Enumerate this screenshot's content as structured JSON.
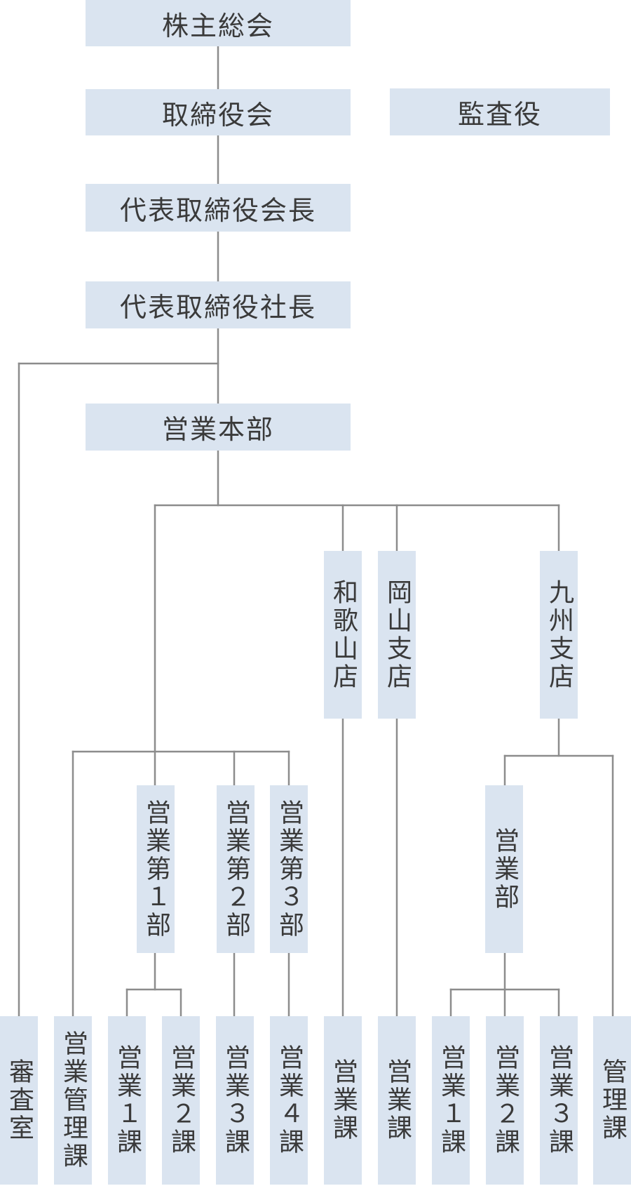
{
  "nodes": {
    "shareholders": "株主総会",
    "board": "取締役会",
    "auditor": "監査役",
    "chairman": "代表取締役会長",
    "president": "代表取締役社長",
    "sales_hq": "営業本部",
    "wakayama": "和歌山店",
    "okayama": "岡山支店",
    "kyushu": "九州支店",
    "sales_dept_1": "営業第１部",
    "sales_dept_2": "営業第２部",
    "sales_dept_3": "営業第３部",
    "kyushu_sales_dept": "営業部",
    "audit_office": "審査室",
    "sales_mgmt": "営業管理課",
    "sales_sec_1": "営業１課",
    "sales_sec_2": "営業２課",
    "sales_sec_3": "営業３課",
    "sales_sec_4": "営業４課",
    "wakayama_sales": "営業課",
    "okayama_sales": "営業課",
    "kyushu_sales_sec_1": "営業１課",
    "kyushu_sales_sec_2": "営業２課",
    "kyushu_sales_sec_3": "営業３課",
    "kyushu_mgmt": "管理課"
  },
  "colors": {
    "box": "#dae4f0",
    "line": "#8c8c8c",
    "text": "#3a3a3a"
  }
}
